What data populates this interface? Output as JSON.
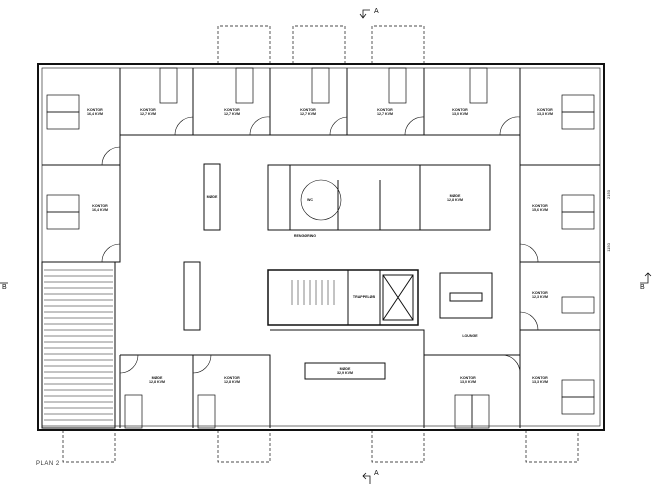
{
  "plan_title": "PLAN 2",
  "section_marks": {
    "a_top": "A",
    "a_bottom": "A",
    "b_left": "B",
    "b_right": "B"
  },
  "dimensions": [
    "2150",
    "1150"
  ],
  "rooms": {
    "top_left": {
      "name": "KONTOR",
      "area": "16,4 KVM"
    },
    "top_1": {
      "name": "KONTOR",
      "area": "12,7 KVM"
    },
    "top_2": {
      "name": "KONTOR",
      "area": "12,7 KVM"
    },
    "top_3": {
      "name": "KONTOR",
      "area": "12,7 KVM"
    },
    "top_4": {
      "name": "KONTOR",
      "area": "12,7 KVM"
    },
    "top_5": {
      "name": "KONTOR",
      "area": "13,0 KVM"
    },
    "top_right": {
      "name": "KONTOR",
      "area": "13,3 KVM"
    },
    "left_mid": {
      "name": "KONTOR",
      "area": "16,4 KVM"
    },
    "right_1": {
      "name": "KONTOR",
      "area": "15,6 KVM"
    },
    "right_2": {
      "name": "KONTOR",
      "area": "12,3 KVM"
    },
    "bottom_right": {
      "name": "KONTOR",
      "area": "13,3 KVM"
    },
    "bottom_1": {
      "name": "MØDE",
      "area": "12,8 KVM"
    },
    "bottom_2": {
      "name": "KONTOR",
      "area": "12,8 KVM"
    },
    "bottom_meeting": {
      "name": "MØDE",
      "area": "32,9 KVM"
    },
    "bottom_4": {
      "name": "KONTOR",
      "area": "13,0 KVM"
    },
    "open_left": {
      "name": "MØDE"
    },
    "wc": {
      "name": "WC"
    },
    "core_meeting": {
      "name": "MØDE",
      "area": "12,8 KVM"
    },
    "stair": {
      "name": "TRAPPELØB"
    },
    "lounge": {
      "name": "LOUNGE"
    },
    "cleaning": {
      "name": "RENGØRING"
    }
  }
}
